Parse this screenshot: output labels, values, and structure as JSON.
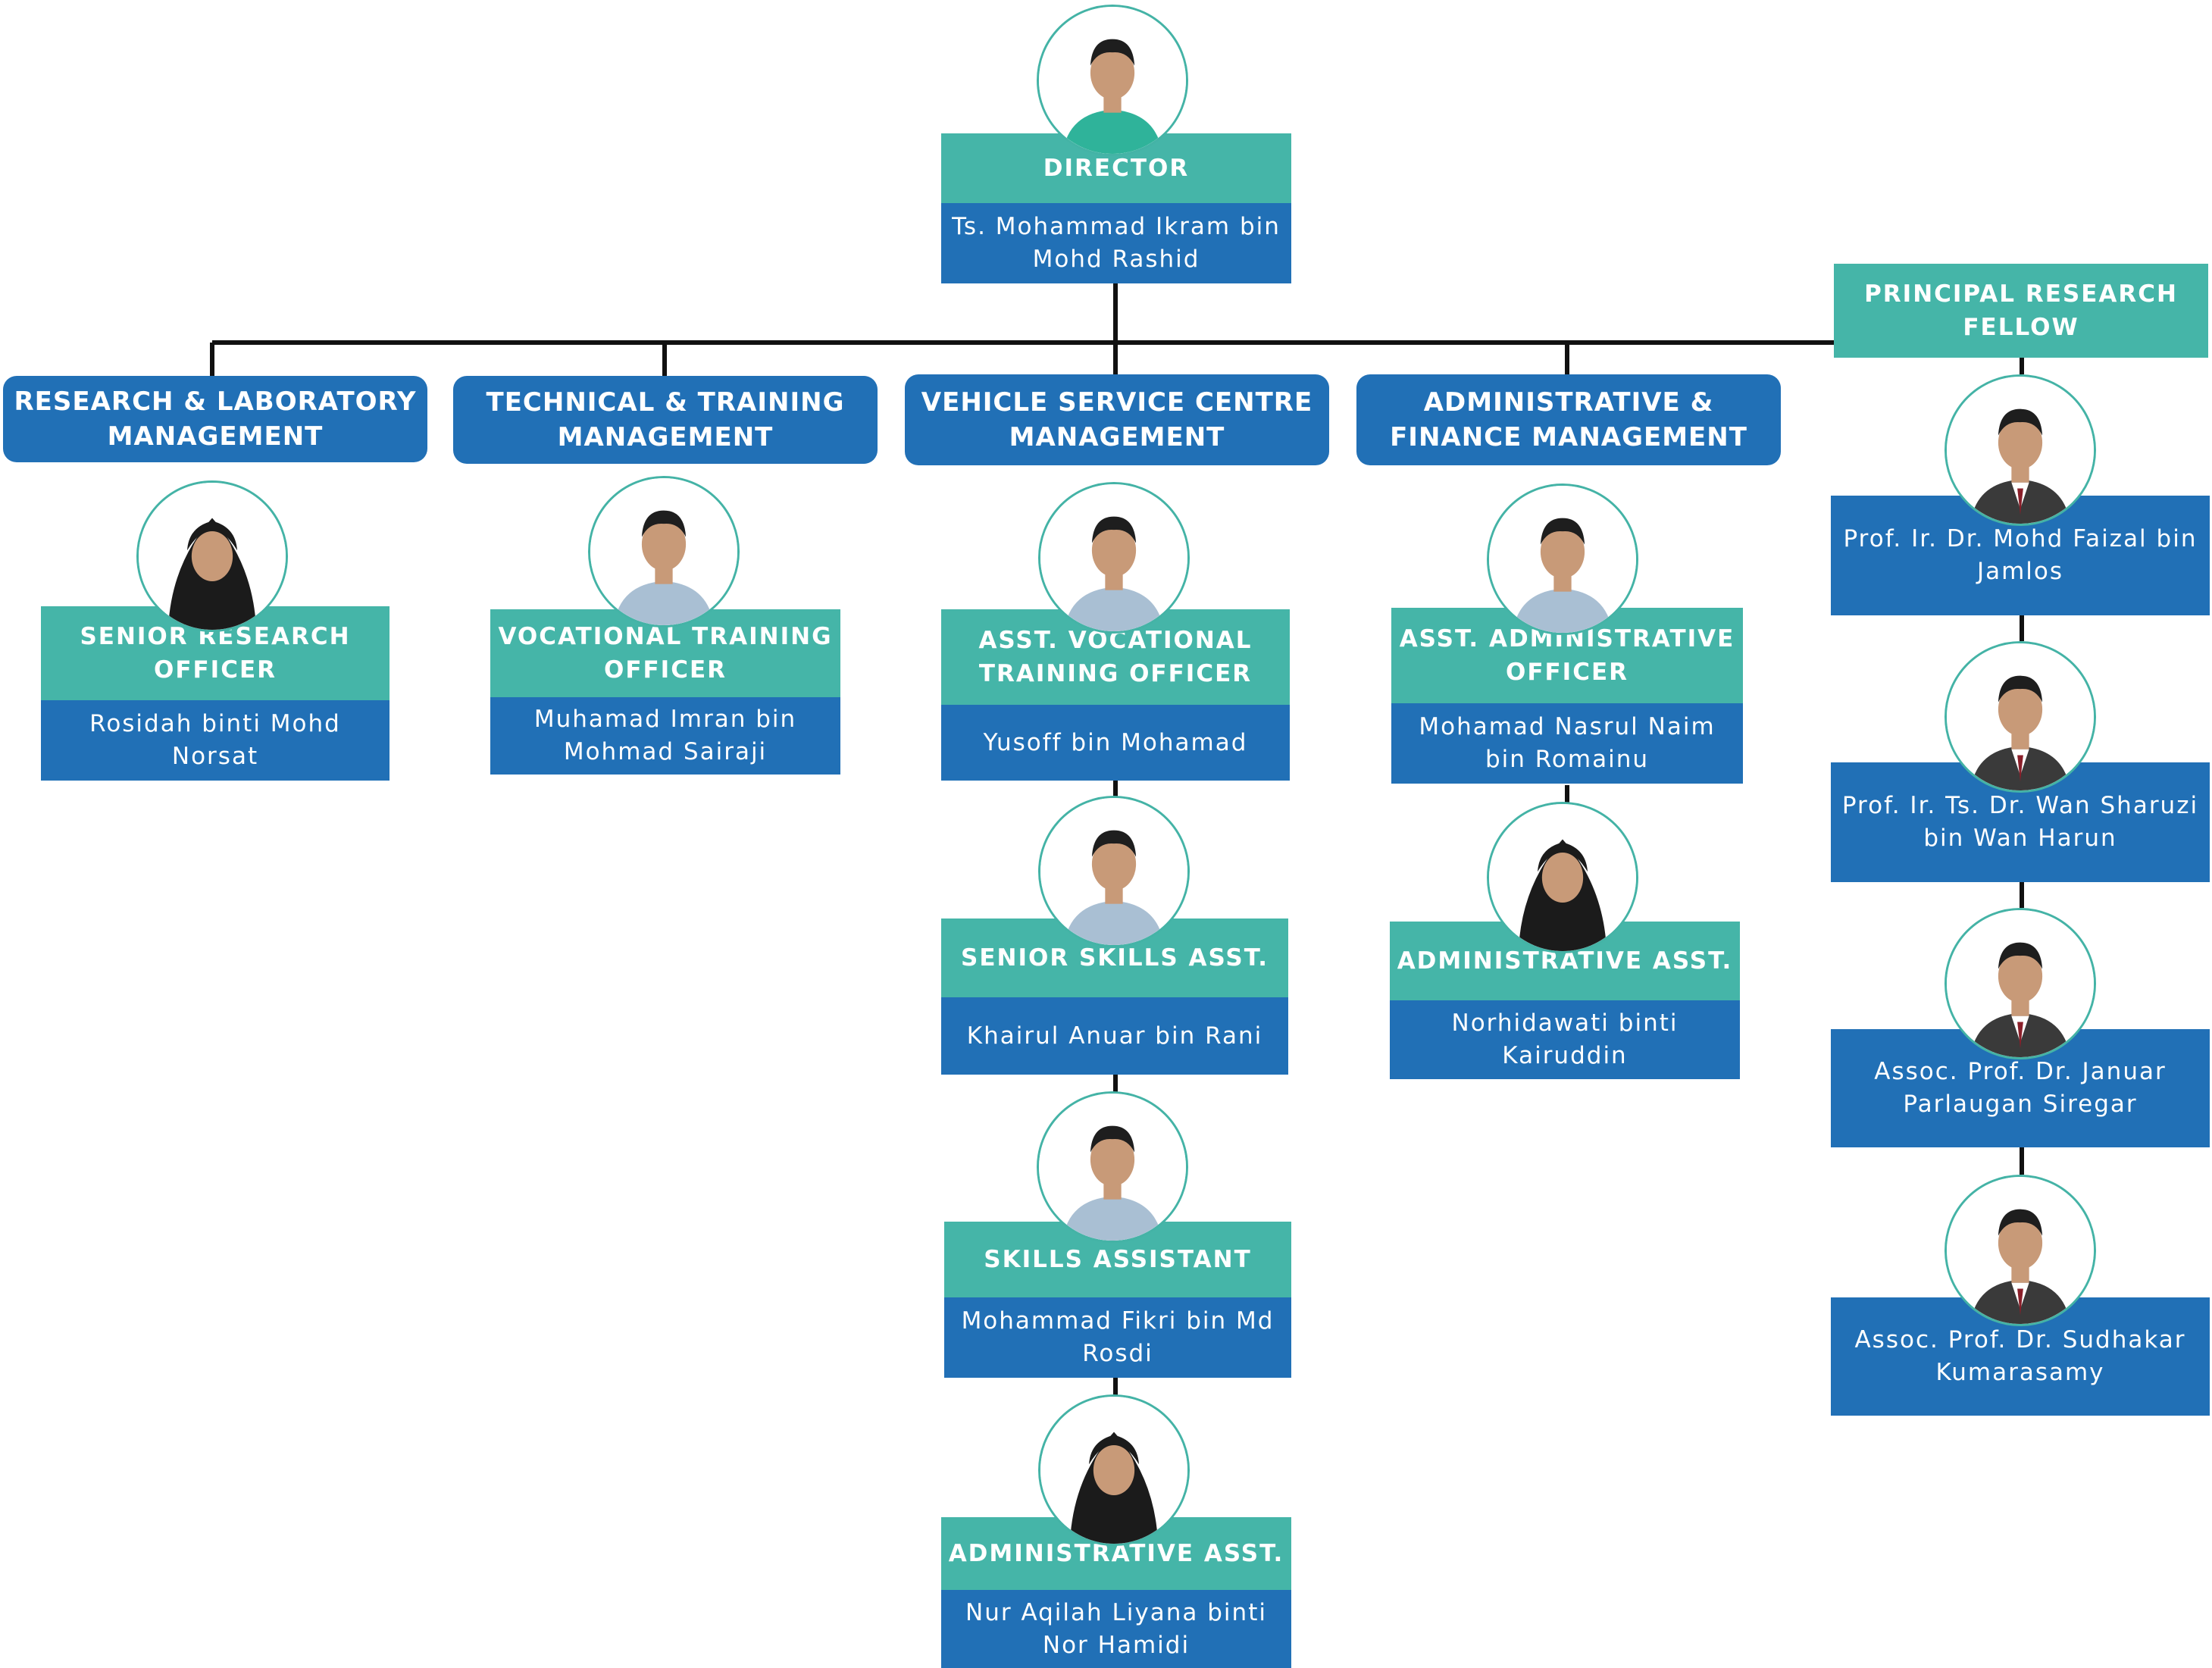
{
  "director": {
    "role": "DIRECTOR",
    "name": "Ts. Mohammad Ikram bin Mohd Rashid",
    "photo": "person-photo-director"
  },
  "departments": [
    {
      "title": "RESEARCH & LABORATORY MANAGEMENT",
      "staff": [
        {
          "role": "SENIOR RESEARCH OFFICER",
          "name": "Rosidah binti Mohd Norsat",
          "photo": "person-photo-hijab"
        }
      ]
    },
    {
      "title": "TECHNICAL & TRAINING MANAGEMENT",
      "staff": [
        {
          "role": "VOCATIONAL TRAINING OFFICER",
          "name": "Muhamad Imran bin Mohmad Sairaji",
          "photo": "person-photo"
        }
      ]
    },
    {
      "title": "VEHICLE SERVICE CENTRE MANAGEMENT",
      "staff": [
        {
          "role": "ASST. VOCATIONAL TRAINING OFFICER",
          "name": "Yusoff bin Mohamad",
          "photo": "person-photo"
        },
        {
          "role": "SENIOR SKILLS ASST.",
          "name": "Khairul Anuar bin Rani",
          "photo": "person-photo"
        },
        {
          "role": "SKILLS ASSISTANT",
          "name": "Mohammad Fikri bin Md Rosdi",
          "photo": "person-photo"
        },
        {
          "role": "ADMINISTRATIVE ASST.",
          "name": "Nur Aqilah Liyana binti Nor Hamidi",
          "photo": "person-photo-hijab"
        }
      ]
    },
    {
      "title": "ADMINISTRATIVE & FINANCE MANAGEMENT",
      "staff": [
        {
          "role": "ASST. ADMINISTRATIVE OFFICER",
          "name": "Mohamad Nasrul Naim bin Romainu",
          "photo": "person-photo"
        },
        {
          "role": "ADMINISTRATIVE ASST.",
          "name": "Norhidawati binti Kairuddin",
          "photo": "person-photo-hijab"
        }
      ]
    }
  ],
  "fellows": {
    "title": "PRINCIPAL RESEARCH FELLOW",
    "members": [
      {
        "name": "Prof. Ir. Dr. Mohd Faizal bin Jamlos",
        "photo": "person-photo-suit"
      },
      {
        "name": "Prof. Ir. Ts. Dr. Wan Sharuzi bin Wan Harun",
        "photo": "person-photo-suit"
      },
      {
        "name": "Assoc. Prof. Dr. Januar Parlaugan Siregar",
        "photo": "person-photo-suit"
      },
      {
        "name": "Assoc. Prof. Dr. Sudhakar Kumarasamy",
        "photo": "person-photo-suit"
      }
    ]
  },
  "colors": {
    "role_teal": "#45b5a8",
    "name_blue": "#2170b6",
    "dept_blue": "#2170b6",
    "photo_ring": "#44b3a6",
    "connector": "#111111"
  }
}
